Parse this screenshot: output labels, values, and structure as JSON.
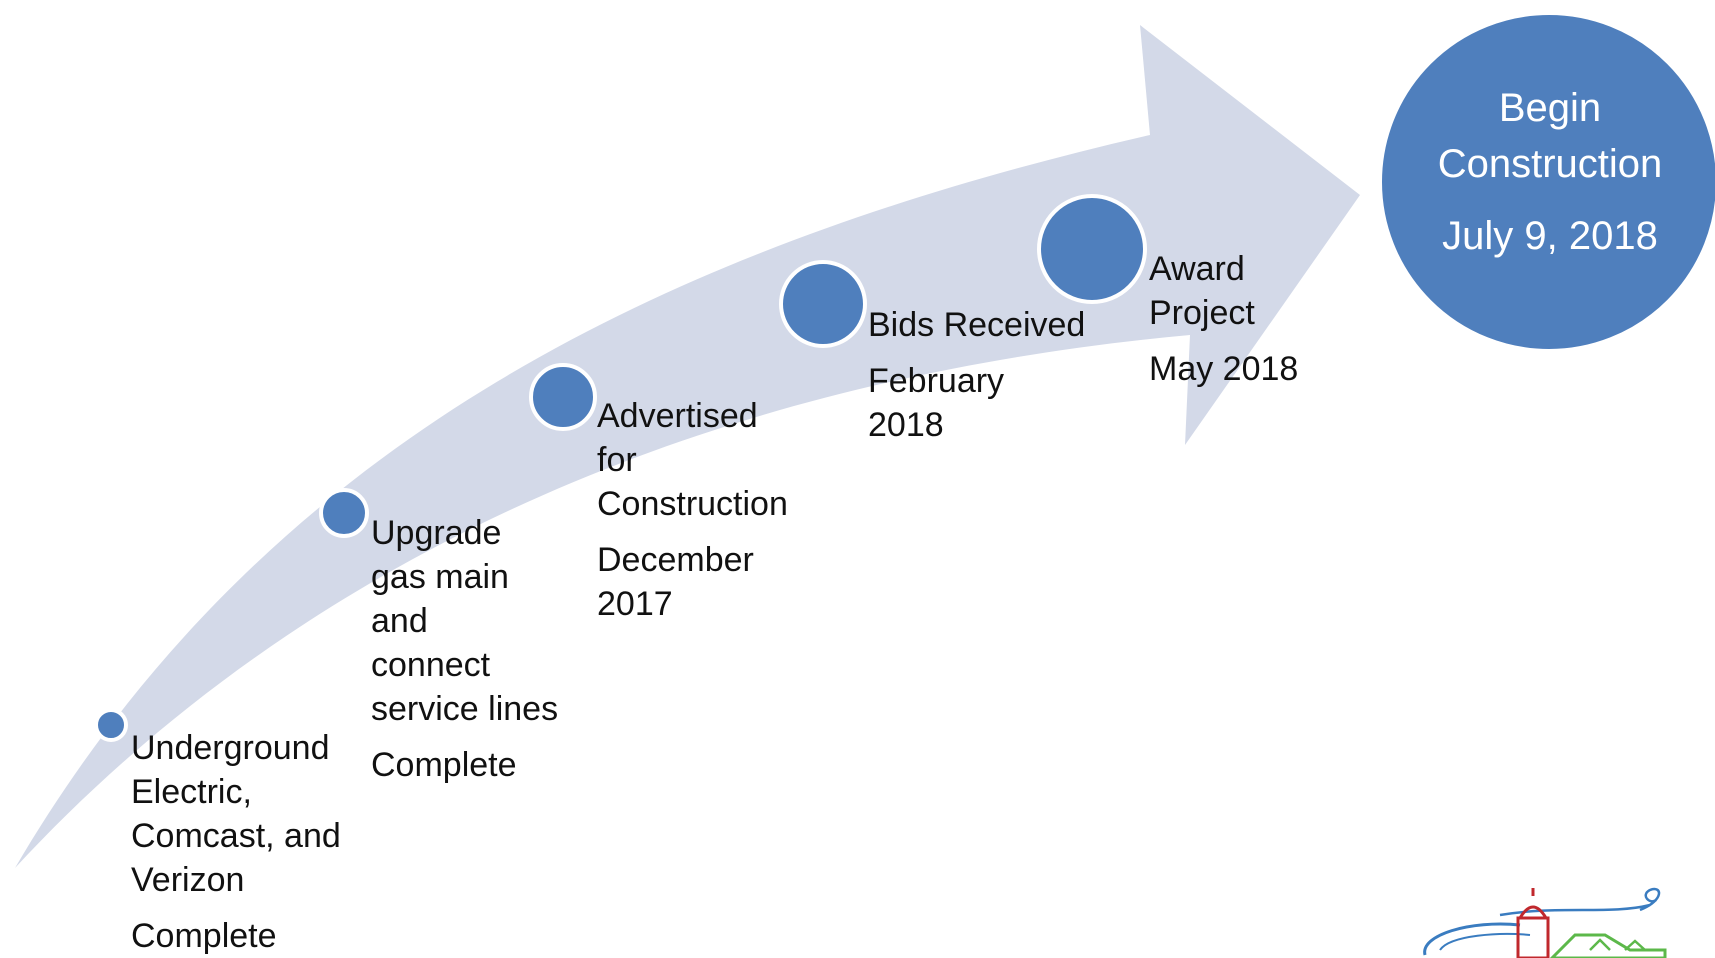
{
  "colors": {
    "arrow": "#d3d9e8",
    "milestone": "#4f7fbd",
    "milestone_border": "#ffffff",
    "text": "#111111",
    "final_text": "#ffffff"
  },
  "steps": [
    {
      "title_lines": [
        "Underground",
        "Electric,",
        "Comcast, and",
        "Verizon"
      ],
      "status": "Complete"
    },
    {
      "title_lines": [
        "Upgrade",
        "gas main",
        "and",
        "connect",
        "service lines"
      ],
      "status": "Complete"
    },
    {
      "title_lines": [
        "Advertised",
        "for",
        "Construction"
      ],
      "status_lines": [
        "December",
        "2017"
      ]
    },
    {
      "title_lines": [
        "Bids Received"
      ],
      "status_lines": [
        "February",
        "2018"
      ]
    },
    {
      "title_lines": [
        "Award",
        "Project"
      ],
      "status": "May 2018"
    }
  ],
  "final": {
    "title_lines": [
      "Begin",
      "Construction"
    ],
    "date": "July 9, 2018"
  },
  "logo": {
    "icon": "town-logo-icon"
  }
}
